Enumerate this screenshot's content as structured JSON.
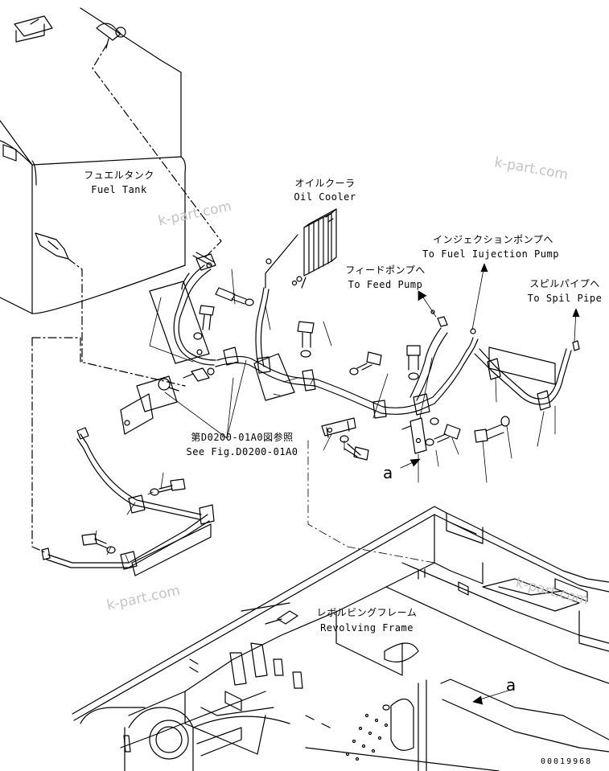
{
  "labels": {
    "fuel_tank_jp": "フュエルタンク",
    "fuel_tank_en": "Fuel Tank",
    "oil_cooler_jp": "オイルクーラ",
    "oil_cooler_en": "Oil Cooler",
    "injection_pump_jp": "インジェクションポンプへ",
    "injection_pump_en": "To Fuel Iujection Pump",
    "feed_pump_jp": "フィードポンプへ",
    "feed_pump_en": "To Feed Pump",
    "spill_pipe_jp": "スピルパイプへ",
    "spill_pipe_en": "To Spil Pipe",
    "see_fig_jp": "第D0200-01A0図参照",
    "see_fig_en": "See Fig.D0200-01A0",
    "frame_jp": "レボルビングフレーム",
    "frame_en": "Revolving Frame"
  },
  "callouts": {
    "a1": "a",
    "a2": "a"
  },
  "watermarks": [
    "k-part.com",
    "k-part.com",
    "k-part.com",
    "k-part.com"
  ],
  "drawing_code": "00019968",
  "colors": {
    "ink": "#000000",
    "watermark": "#c4c4c4"
  }
}
